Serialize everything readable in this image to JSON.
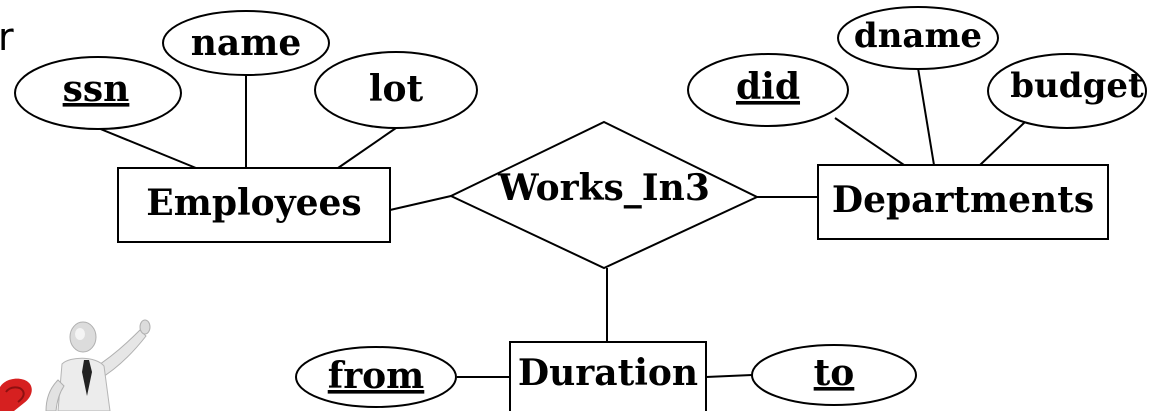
{
  "slide": {
    "cut_off_text": "r"
  },
  "entities": {
    "employees": "Employees",
    "departments": "Departments",
    "duration": "Duration"
  },
  "relationship": {
    "works_in": "Works_In3"
  },
  "attributes": {
    "ssn": "ssn",
    "name": "name",
    "lot": "lot",
    "did": "did",
    "dname": "dname",
    "budget": "budget",
    "from": "from",
    "to": "to"
  },
  "colors": {
    "stroke": "#000000",
    "background": "#ffffff",
    "figure_accent": "#d62020"
  },
  "icons": {
    "presenter": "presenter-figure-icon"
  }
}
